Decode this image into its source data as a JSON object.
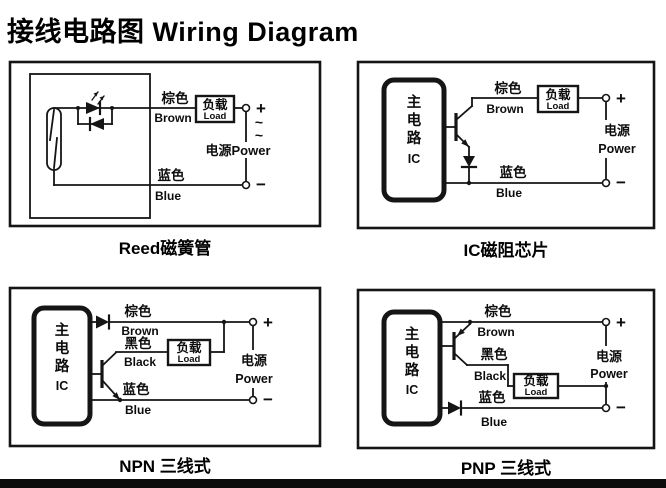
{
  "page": {
    "title": "接线电路图 Wiring Diagram"
  },
  "panels": {
    "reed": {
      "caption": "Reed磁簧管",
      "brown_cn": "棕色",
      "brown_en": "Brown",
      "blue_cn": "蓝色",
      "blue_en": "Blue",
      "load_cn": "负载",
      "load_en": "Load",
      "power": "电源Power",
      "plus": "+",
      "ac1": "~",
      "ac2": "~",
      "minus": "−"
    },
    "ic": {
      "caption": "IC磁阻芯片",
      "core_l1": "主",
      "core_l2": "电",
      "core_l3": "路",
      "core_l4": "IC",
      "brown_cn": "棕色",
      "brown_en": "Brown",
      "blue_cn": "蓝色",
      "blue_en": "Blue",
      "load_cn": "负载",
      "load_en": "Load",
      "power_cn": "电源",
      "power_en": "Power",
      "plus": "+",
      "minus": "−"
    },
    "npn": {
      "caption": "NPN 三线式",
      "core_l1": "主",
      "core_l2": "电",
      "core_l3": "路",
      "core_l4": "IC",
      "brown_cn": "棕色",
      "brown_en": "Brown",
      "black_cn": "黑色",
      "black_en": "Black",
      "blue_cn": "蓝色",
      "blue_en": "Blue",
      "load_cn": "负载",
      "load_en": "Load",
      "power_cn": "电源",
      "power_en": "Power",
      "plus": "+",
      "minus": "−"
    },
    "pnp": {
      "caption": "PNP 三线式",
      "core_l1": "主",
      "core_l2": "电",
      "core_l3": "路",
      "core_l4": "IC",
      "brown_cn": "棕色",
      "brown_en": "Brown",
      "black_cn": "黑色",
      "black_en": "Black",
      "blue_cn": "蓝色",
      "blue_en": "Blue",
      "load_cn": "负载",
      "load_en": "Load",
      "power_cn": "电源",
      "power_en": "Power",
      "plus": "+",
      "minus": "−"
    }
  }
}
